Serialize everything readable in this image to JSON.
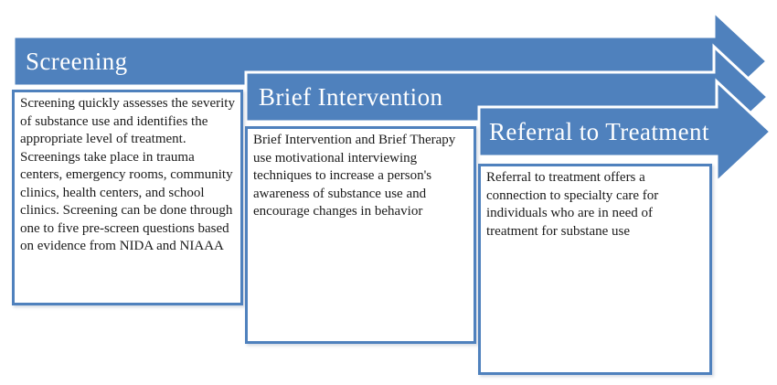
{
  "colors": {
    "arrow_fill": "#4f81bd",
    "arrow_stroke": "#ffffff",
    "box_border": "#4f81bd",
    "box_fill": "#ffffff",
    "heading_text": "#ffffff",
    "body_text": "#1a1a1a",
    "background": "#ffffff"
  },
  "steps": [
    {
      "label": "Screening",
      "description": "Screening quickly assesses the severity of substance use and identifies the appropriate level of treatment. Screenings take place in trauma centers, emergency rooms, community clinics, health centers, and school clinics. Screening can be done through one to five pre-screen questions based on evidence from NIDA and NIAAA"
    },
    {
      "label": "Brief Intervention",
      "description": "Brief Intervention and Brief Therapy use motivational interviewing techniques to increase a person's awareness of substance use and encourage changes in behavior"
    },
    {
      "label": "Referral to Treatment",
      "description": "Referral to treatment offers a connection to specialty care for individuals who are in need of treatment for substane use"
    }
  ]
}
